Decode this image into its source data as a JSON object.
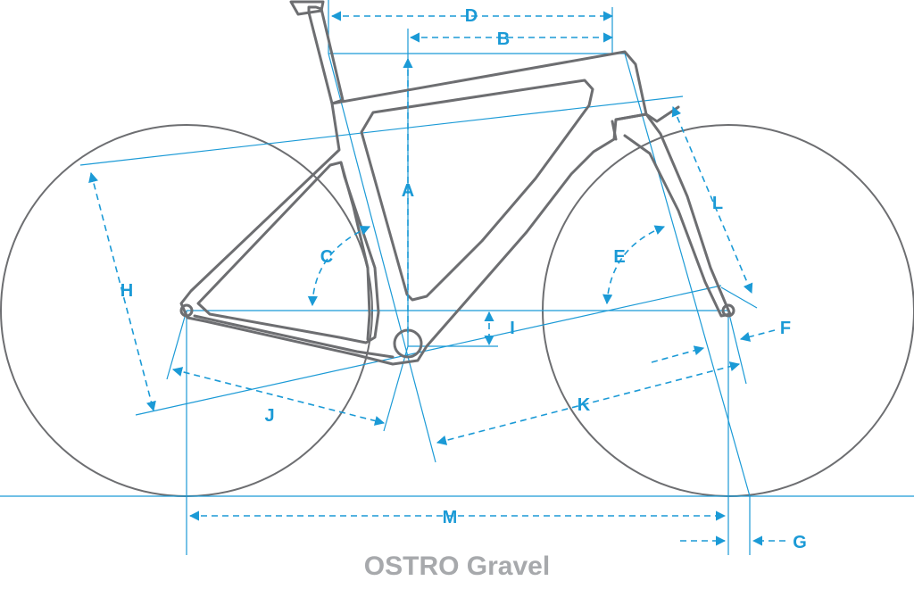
{
  "title": "OSTRO Gravel",
  "colors": {
    "accent": "#1b9ad6",
    "frame": "#6d6e71",
    "title": "#a7a9ac"
  },
  "labels": {
    "A": "A",
    "B": "B",
    "C": "C",
    "D": "D",
    "E": "E",
    "F": "F",
    "G": "G",
    "H": "H",
    "I": "I",
    "J": "J",
    "K": "K",
    "L": "L",
    "M": "M"
  }
}
